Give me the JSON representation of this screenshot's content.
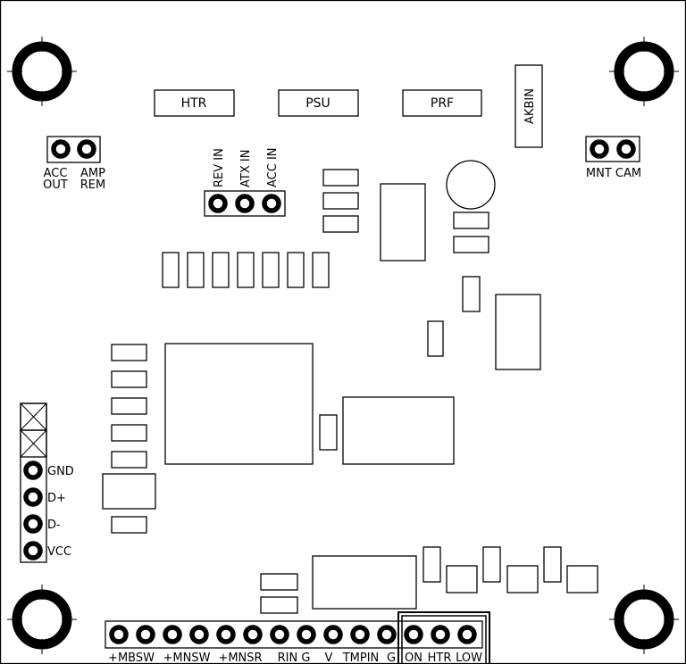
{
  "board": {
    "top_labels": [
      "HTR",
      "PSU",
      "PRF"
    ],
    "vertical_label": "AKBIN",
    "acc_amp": {
      "left_top": "ACC",
      "left_bottom": "OUT",
      "right_top": "AMP",
      "right_bottom": "REM"
    },
    "mnt_cam": "MNT CAM",
    "inputs": [
      "REV IN",
      "ATX IN",
      "ACC IN"
    ],
    "usb": [
      "GND",
      "D+",
      "D-",
      "VCC"
    ],
    "bottom_header": [
      "+MBSW",
      "+MNSW",
      "+MNSR",
      "RIN G",
      "V",
      "TMPIN",
      "G",
      "ON",
      "HTR",
      "LOW"
    ]
  }
}
